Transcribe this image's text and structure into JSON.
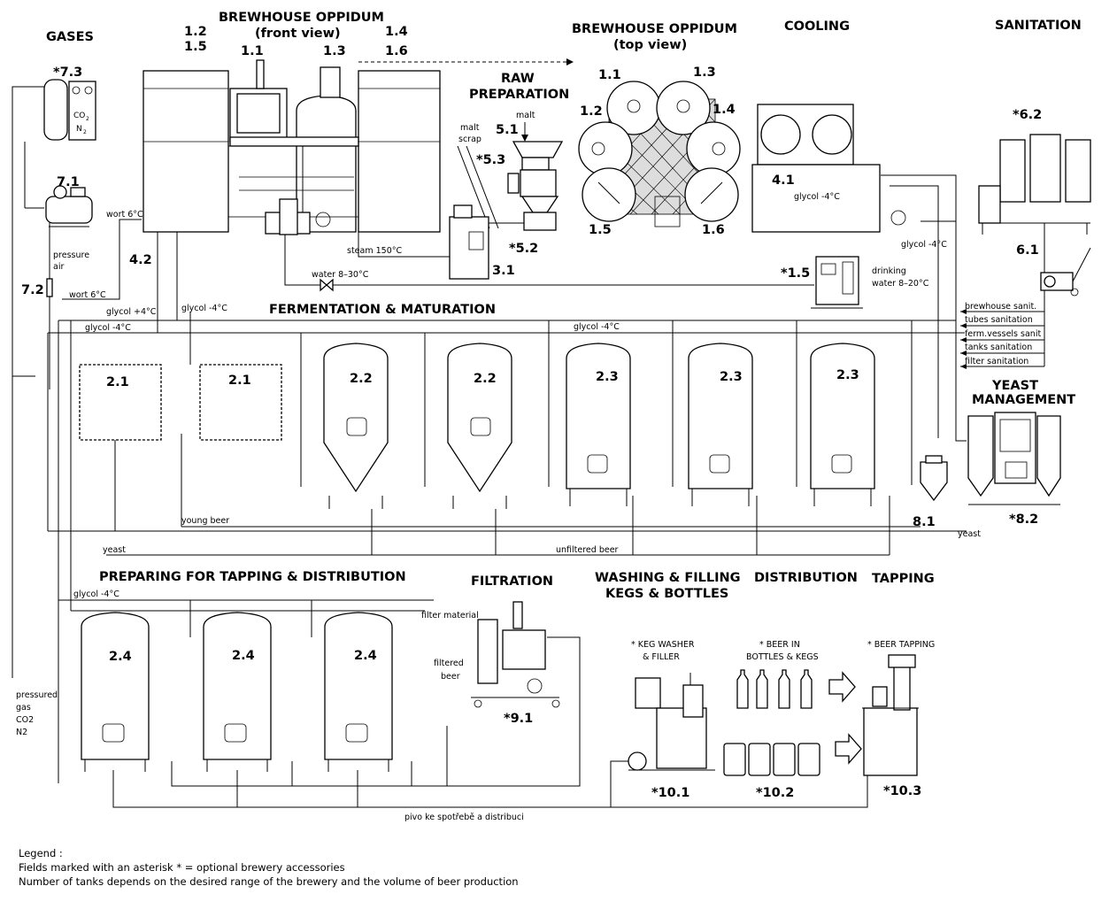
{
  "sections": {
    "gases": "GASES",
    "brewhouse_front_1": "BREWHOUSE OPPIDUM",
    "brewhouse_front_2": "(front view)",
    "brewhouse_top_1": "BREWHOUSE OPPIDUM",
    "brewhouse_top_2": "(top view)",
    "raw_1": "RAW",
    "raw_2": "PREPARATION",
    "cooling": "COOLING",
    "sanitation": "SANITATION",
    "fermentation": "FERMENTATION & MATURATION",
    "yeast_1": "YEAST",
    "yeast_2": "MANAGEMENT",
    "preparing": "PREPARING FOR TAPPING & DISTRIBUTION",
    "filtration": "FILTRATION",
    "washing_1": "WASHING & FILLING",
    "washing_2": "KEGS & BOTTLES",
    "distribution": "DISTRIBUTION",
    "tapping": "TAPPING"
  },
  "numbers": {
    "n12": "1.2",
    "n15": "1.5",
    "n11": "1.1",
    "n13": "1.3",
    "n14": "1.4",
    "n16": "1.6",
    "t11": "1.1",
    "t13": "1.3",
    "t12": "1.2",
    "t14": "1.4",
    "t15": "1.5",
    "t16": "1.6",
    "n73": "*7.3",
    "n71": "7.1",
    "n72": "7.2",
    "n42": "4.2",
    "n51": "5.1",
    "n53": "*5.3",
    "n52": "*5.2",
    "n31": "3.1",
    "n41": "4.1",
    "n15b": "*1.5",
    "n62": "*6.2",
    "n61": "6.1",
    "f21a": "2.1",
    "f21b": "2.1",
    "f22a": "2.2",
    "f22b": "2.2",
    "f23a": "2.3",
    "f23b": "2.3",
    "f23c": "2.3",
    "n81": "8.1",
    "n82": "*8.2",
    "p24a": "2.4",
    "p24b": "2.4",
    "p24c": "2.4",
    "n91": "*9.1",
    "n101": "*10.1",
    "n102": "*10.2",
    "n103": "*10.3"
  },
  "labels": {
    "co2": "CO",
    "co2_sub": "2",
    "n2": "N",
    "n2_sub": "2",
    "malt": "malt",
    "malt_scrap_1": "malt",
    "malt_scrap_2": "scrap",
    "wort6_top": "wort 6°C",
    "wort6_bottom": "wort 6°C",
    "pressure_air_1": "pressure",
    "pressure_air_2": "air",
    "steam": "steam 150°C",
    "water": "water 8–30°C",
    "glycol4_cool": "glycol -4°C",
    "glycol4_right": "glycol -4°C",
    "drinking_1": "drinking",
    "drinking_2": "water 8–20°C",
    "glycol_plus4": "glycol +4°C",
    "glycol_minus4_a": "glycol -4°C",
    "glycol_minus4_b": "glycol -4°C",
    "glycol_minus4_c": "glycol -4°C",
    "glycol_minus4_d": "glycol -4°C",
    "san1": "brewhouse sanit.",
    "san2": "tubes sanitation",
    "san3": "ferm.vessels sanit",
    "san4": "tanks sanitation",
    "san5": "filter sanitation",
    "young_beer": "young beer",
    "yeast_left": "yeast",
    "yeast_right": "yeast",
    "unfiltered": "unfiltered beer",
    "filter_material": "filter material",
    "filtered_1": "filtered",
    "filtered_2": "beer",
    "pg1": "pressured",
    "pg2": "gas",
    "pg3": "CO2",
    "pg4": "N2",
    "keg_washer_1": "* KEG WASHER",
    "keg_washer_2": "& FILLER",
    "beer_in_1": "* BEER IN",
    "beer_in_2": "BOTTLES & KEGS",
    "beer_tapping": "* BEER TAPPING",
    "pivo": "pivo ke spotřebě a distribuci"
  },
  "legend": {
    "title": "Legend :",
    "line1": "Fields marked with an asterisk * = optional brewery accessories",
    "line2": "Number of tanks depends on the desired range of the brewery and the volume of beer production"
  }
}
